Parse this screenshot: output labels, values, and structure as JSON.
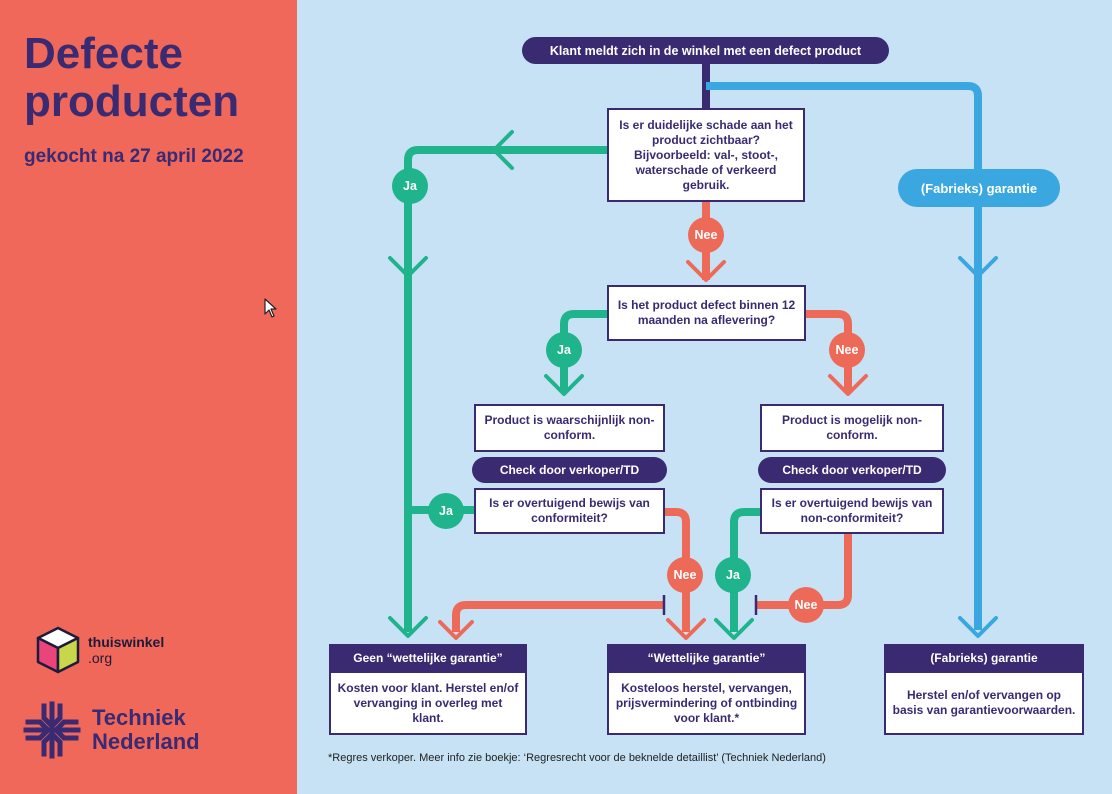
{
  "title_line1": "Defecte",
  "title_line2": "producten",
  "subtitle": "gekocht na 27 april 2022",
  "logo_thuiswinkel": {
    "name": "thuiswinkel",
    "suffix": ".org"
  },
  "logo_techniek": {
    "line1": "Techniek",
    "line2": "Nederland"
  },
  "nodes": {
    "start": "Klant meldt zich in de winkel met een defect product",
    "q_damage": "Is er duidelijke schade aan het product zichtbaar? Bijvoorbeeld: val-, stoot-, waterschade of verkeerd gebruik.",
    "q_12months": "Is het product defect binnen 12 maanden na aflevering?",
    "fab_pill": "(Fabrieks) garantie",
    "nonconform_likely": "Product is waarschijnlijk non-conform.",
    "nonconform_possible": "Product is mogelijk non-conform.",
    "check_left": "Check door verkoper/TD",
    "check_right": "Check door verkoper/TD",
    "q_conform": "Is er overtuigend bewijs van conformiteit?",
    "q_nonconform": "Is er overtuigend bewijs van non-conformiteit?",
    "out1_title": "Geen “wettelijke garantie”",
    "out1_body": "Kosten voor klant. Herstel en/of vervanging in overleg met klant.",
    "out2_title": "“Wettelijke garantie”",
    "out2_body": "Kosteloos herstel, vervangen, prijsvermindering of ontbinding voor klant.*",
    "out3_title": "(Fabrieks) garantie",
    "out3_body": "Herstel en/of vervangen op basis van garantievoorwaarden."
  },
  "labels": {
    "ja": "Ja",
    "nee": "Nee"
  },
  "footnote": "*Regres verkoper. Meer info zie boekje: ‘Regresrecht voor de beknelde detaillist’ (Techniek Nederland)",
  "colors": {
    "left_panel": "#f0685a",
    "right_panel": "#c6e2f4",
    "navy": "#3a2a72",
    "green": "#1fb48b",
    "red": "#ee6a58",
    "blue": "#3aa7e0"
  }
}
